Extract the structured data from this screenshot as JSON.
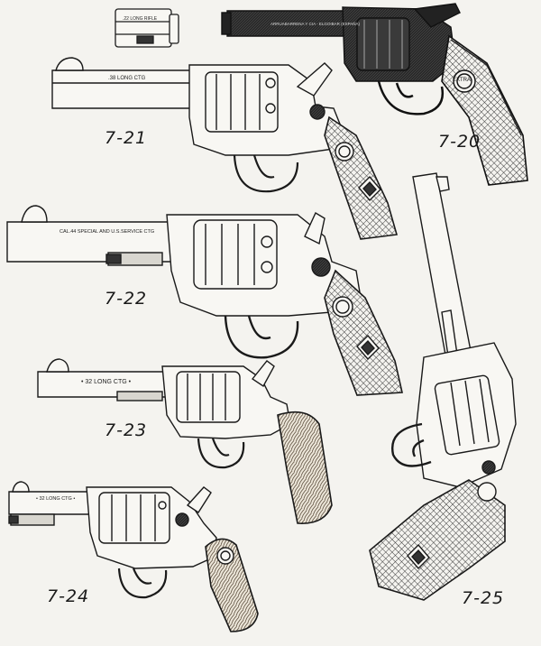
{
  "figures": [
    {
      "id": "7-20",
      "label": "7-20",
      "barrel_marking": "ARRUABARRENA Y CIA - ELGOIBAR (ESPAÑA)",
      "grip_medallion": "EXTRA"
    },
    {
      "id": "7-21",
      "label": "7-21",
      "barrel_marking": ".38 LONG CTG"
    },
    {
      "id": "7-22",
      "label": "7-22",
      "barrel_marking": "CAL.44 SPECIAL AND U.S.SERVICE CTG"
    },
    {
      "id": "7-23",
      "label": "7-23",
      "barrel_marking": "• 32 LONG CTG •"
    },
    {
      "id": "7-24",
      "label": "7-24",
      "barrel_marking": "• 32 LONG CTG •"
    },
    {
      "id": "7-25",
      "label": "7-25"
    }
  ],
  "inset": {
    "marking": ".22 LONG RIFLE"
  }
}
